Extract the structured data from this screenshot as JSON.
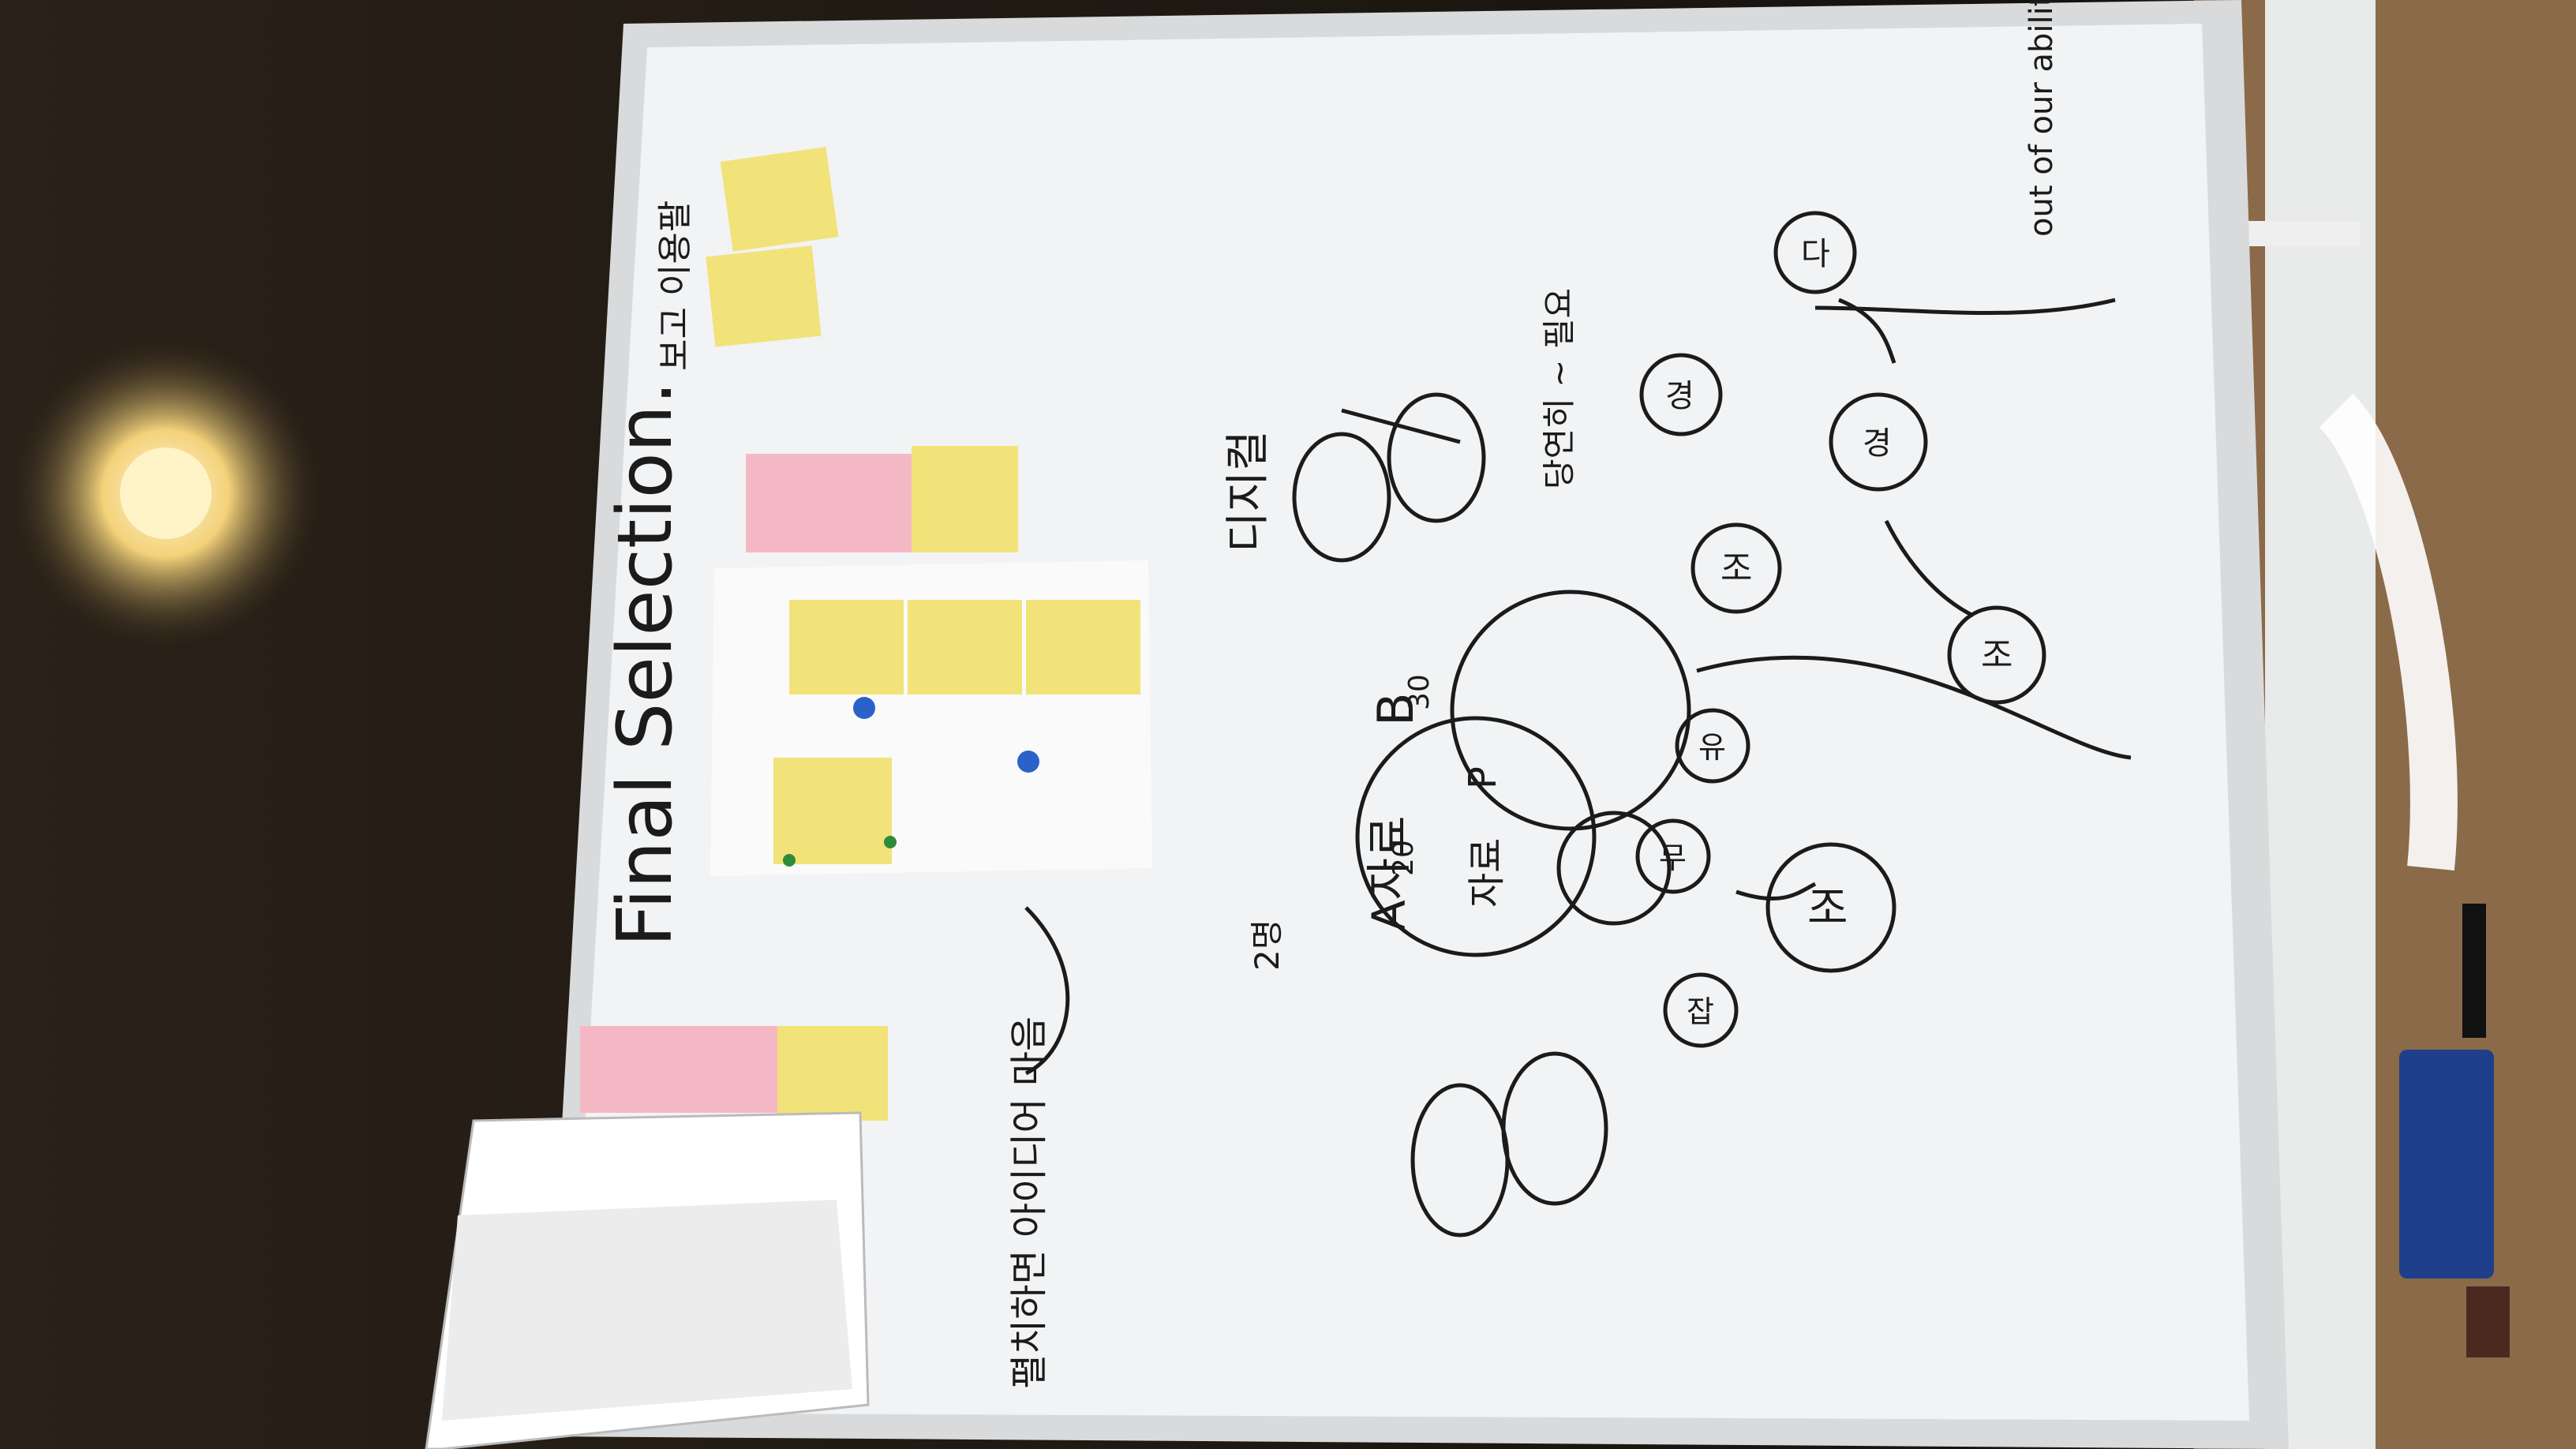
{
  "scene": {
    "description_free": true
  },
  "whiteboard": {
    "title": "Final Selection.",
    "note_top": "보고 이용팔",
    "idea_caption": "펼치하면 아이디어 마음",
    "note_right": "디지컬",
    "label_danger": "당연히 ~ 필요",
    "label_outof": "out of our ability",
    "label_2ppl": "2명",
    "label_A": "A자료",
    "label_B": "B",
    "num_20": "20",
    "num_30": "30",
    "label_jaeryo": "자료",
    "label_p": "P",
    "bubbles": {
      "jo1": "조",
      "jo2": "조",
      "jo3": "조",
      "mu": "무",
      "yu": "유",
      "gyeong": "경",
      "gyeong2": "경",
      "da": "다",
      "jang": "잡"
    }
  },
  "colors": {
    "board": "#f2f3f4",
    "frame": "#d9dadb",
    "sticky_yellow": "#f2e27a",
    "sticky_pink": "#f4b8c4",
    "marker": "#1b1b1b"
  }
}
